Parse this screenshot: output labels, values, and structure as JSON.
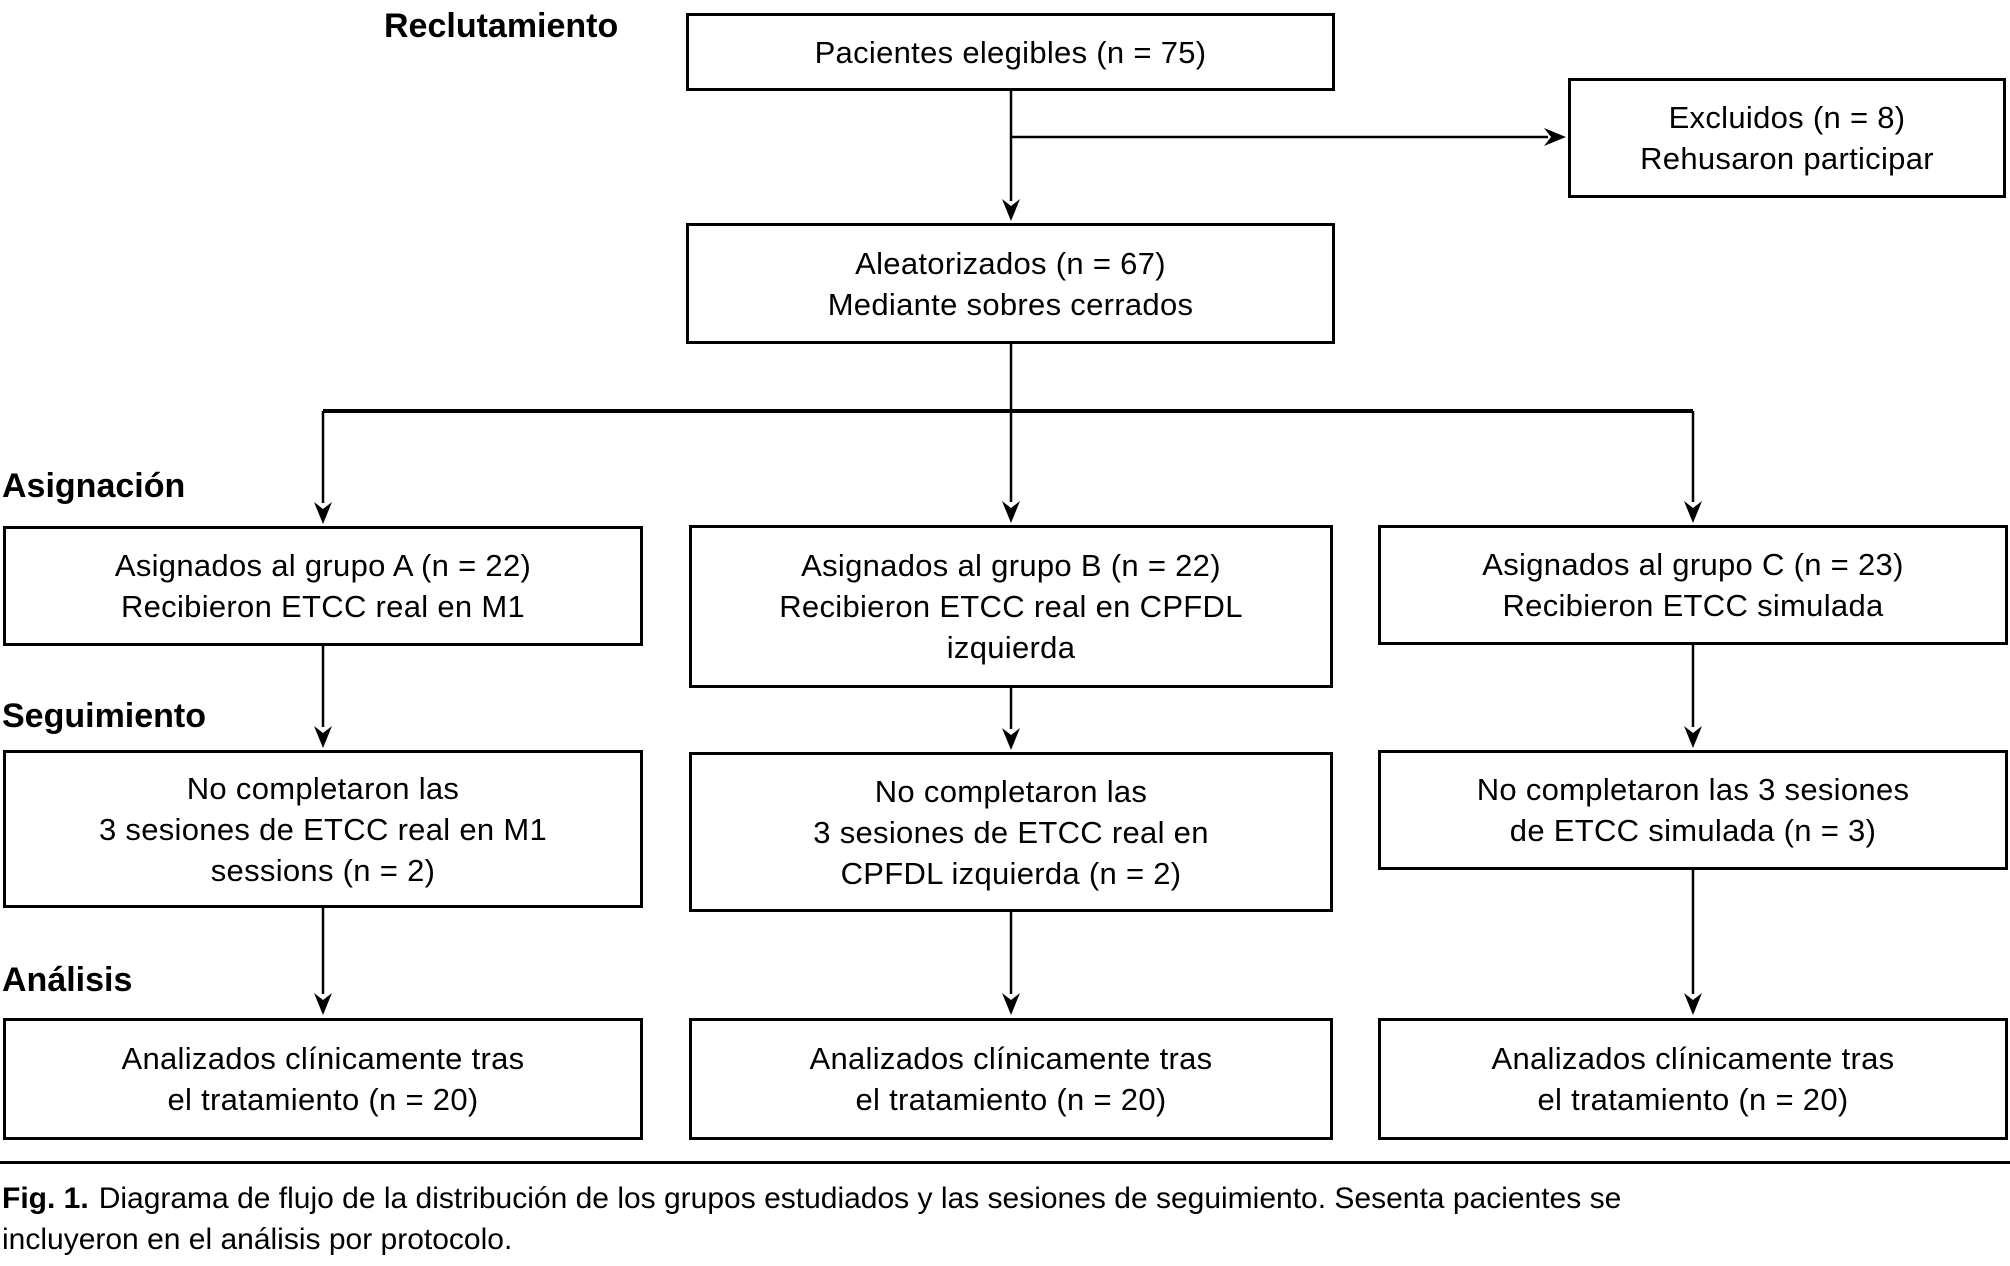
{
  "colors": {
    "ink": "#000000",
    "background": "#ffffff"
  },
  "labels": {
    "recruitment": "Reclutamiento",
    "allocation": "Asignación",
    "followup": "Seguimiento",
    "analysis": "Análisis"
  },
  "boxes": {
    "eligible": {
      "lines": [
        "Pacientes elegibles (n = 75)"
      ]
    },
    "excluded": {
      "lines": [
        "Excluidos (n = 8)",
        "Rehusaron participar"
      ]
    },
    "randomized": {
      "lines": [
        "Aleatorizados (n = 67)",
        "Mediante sobres cerrados"
      ]
    },
    "group_a": {
      "lines": [
        "Asignados al grupo A (n = 22)",
        "Recibieron ETCC real en M1"
      ]
    },
    "group_b": {
      "lines": [
        "Asignados al grupo B (n = 22)",
        "Recibieron ETCC real en CPFDL",
        "izquierda"
      ]
    },
    "group_c": {
      "lines": [
        "Asignados al grupo C (n = 23)",
        "Recibieron ETCC simulada"
      ]
    },
    "followup_a": {
      "lines": [
        "No completaron las",
        "3 sesiones de ETCC real en M1",
        "sessions (n = 2)"
      ]
    },
    "followup_b": {
      "lines": [
        "No completaron las",
        "3 sesiones de ETCC real en",
        "CPFDL izquierda (n = 2)"
      ]
    },
    "followup_c": {
      "lines": [
        "No completaron las 3 sesiones",
        "de ETCC simulada (n = 3)"
      ]
    },
    "analysis_a": {
      "lines": [
        "Analizados clínicamente tras",
        "el tratamiento (n = 20)"
      ]
    },
    "analysis_b": {
      "lines": [
        "Analizados clínicamente tras",
        "el tratamiento (n = 20)"
      ]
    },
    "analysis_c": {
      "lines": [
        "Analizados clínicamente tras",
        "el tratamiento (n = 20)"
      ]
    }
  },
  "caption": {
    "fig_label": "Fig. 1.",
    "line1": "Diagrama de flujo de la distribución de los grupos estudiados y las sesiones de seguimiento. Sesenta pacientes se",
    "line2": "incluyeron en el análisis por protocolo."
  }
}
